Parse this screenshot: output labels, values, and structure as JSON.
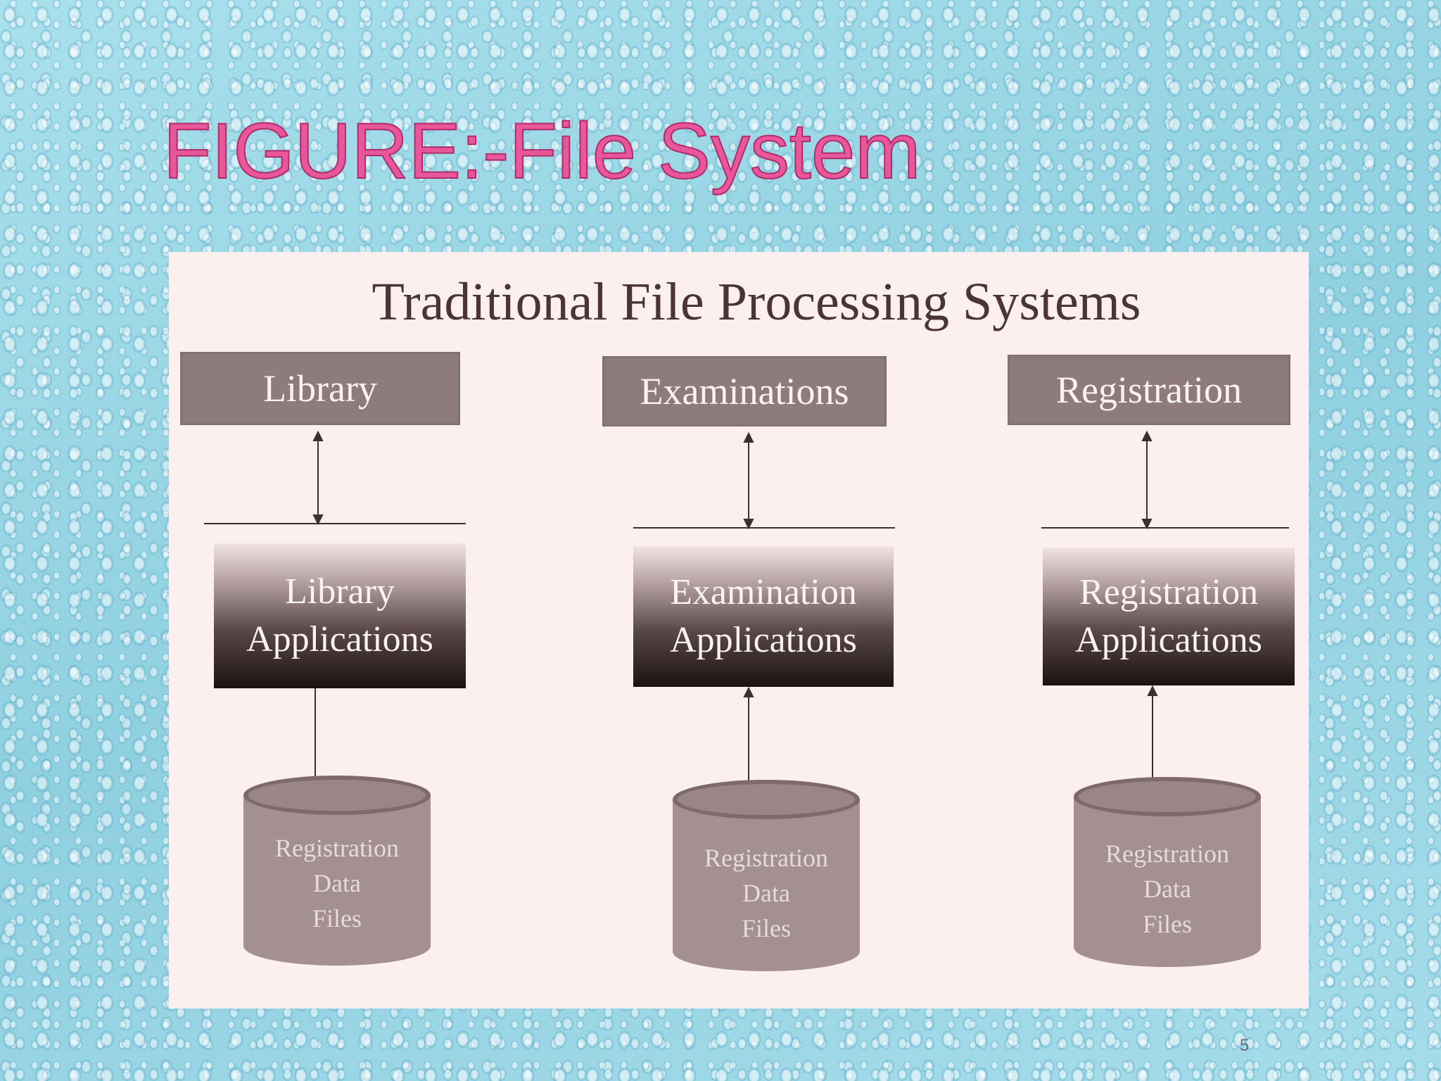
{
  "slide": {
    "title": "FIGURE:-File System",
    "page_number": "5"
  },
  "diagram": {
    "title": "Traditional File Processing Systems",
    "columns": [
      {
        "department": "Library",
        "application_lines": [
          "Library",
          "Applications"
        ],
        "data_lines": [
          "Registration",
          "Data",
          "Files"
        ]
      },
      {
        "department": "Examinations",
        "application_lines": [
          "Examination",
          "Applications"
        ],
        "data_lines": [
          "Registration",
          "Data",
          "Files"
        ]
      },
      {
        "department": "Registration",
        "application_lines": [
          "Registration",
          "Applications"
        ],
        "data_lines": [
          "Registration",
          "Data",
          "Files"
        ]
      }
    ]
  },
  "colors": {
    "title": "#e8579a",
    "diagram_background": "#fbefef",
    "department_box": "#8e7c7c",
    "cylinder": "#a49090"
  }
}
